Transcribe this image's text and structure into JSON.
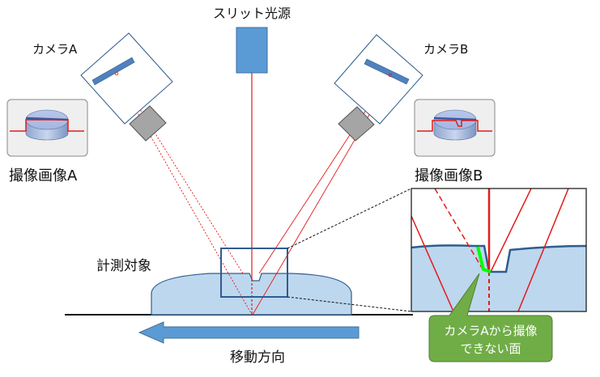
{
  "labels": {
    "slit_light_source": "スリット光源",
    "camera_a": "カメラA",
    "camera_b": "カメラB",
    "image_a": "撮像画像A",
    "image_b": "撮像画像B",
    "target": "計測対象",
    "direction": "移動方向",
    "callout_line1": "カメラAから撮像",
    "callout_line2": "できない面"
  },
  "colors": {
    "laser": "#e31a1a",
    "object_fill": "#bdd7ee",
    "object_stroke": "#2e5d8f",
    "camera_sensor": "#4f81bd",
    "lens": "#a5a5a5",
    "arrow": "#4f81bd",
    "callout": "#70ad47",
    "highlight": "#00ff00"
  }
}
